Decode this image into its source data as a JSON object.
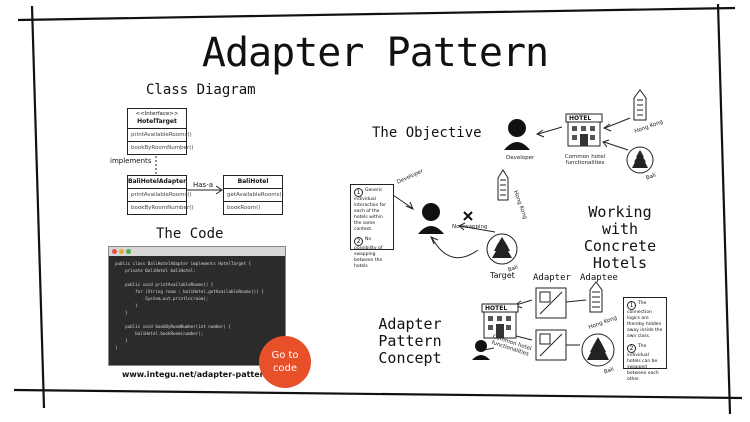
{
  "title": "Adapter Pattern",
  "class_diagram": {
    "heading": "Class Diagram",
    "target": {
      "stereotype": "<<Interface>>",
      "name": "HotelTarget",
      "methods": [
        "printAvailableRooms()",
        "bookByRoomNumber()"
      ]
    },
    "adapter": {
      "name": "BaliHotelAdapter",
      "methods": [
        "printAvailableRooms()",
        "bookByRoomNumber()"
      ]
    },
    "adaptee": {
      "name": "BaliHotel",
      "methods": [
        "getAvailableRooms()",
        "bookRoom()"
      ]
    },
    "implements_label": "implements",
    "has_a_label": "Has-a"
  },
  "code": {
    "heading": "The Code",
    "url": "www.integu.net/adapter-pattern",
    "button": "Go to code",
    "lines": [
      "public class BaliHotelAdapter implements HotelTarget {",
      "    private BaliHotel baliHotel;",
      "",
      "    public void printAvailableRooms() {",
      "        for (String room : baliHotel.getAvailableRooms()) {",
      "            System.out.println(room);",
      "        }",
      "    }",
      "",
      "    public void bookByRoomNumber(int number) {",
      "        baliHotel.bookRoom(number);",
      "    }",
      "}"
    ]
  },
  "objective": {
    "heading": "The Objective",
    "developer": "Developer",
    "common": "Common hotel functionalities",
    "hong_kong": "Hong Kong",
    "bali": "Bali",
    "no_swapping": "No swapping",
    "target": "Target",
    "note": [
      "Generic individual interaction for each of the hotels within the same context.",
      "No possibility of swapping between the hotels"
    ]
  },
  "working": {
    "heading": "Working with Concrete Hotels"
  },
  "concept": {
    "heading": "Adapter Pattern Concept",
    "adapter_label": "Adapter",
    "adaptee_label": "Adaptee",
    "common": "Common hotel functionalities",
    "hong_kong": "Hong Kong",
    "bali": "Bali",
    "note": [
      "The connection logics are thereby hidden away inside the own class.",
      "The individual hotels can be swapped between each other."
    ]
  },
  "hotel_sign": "HOTEL"
}
